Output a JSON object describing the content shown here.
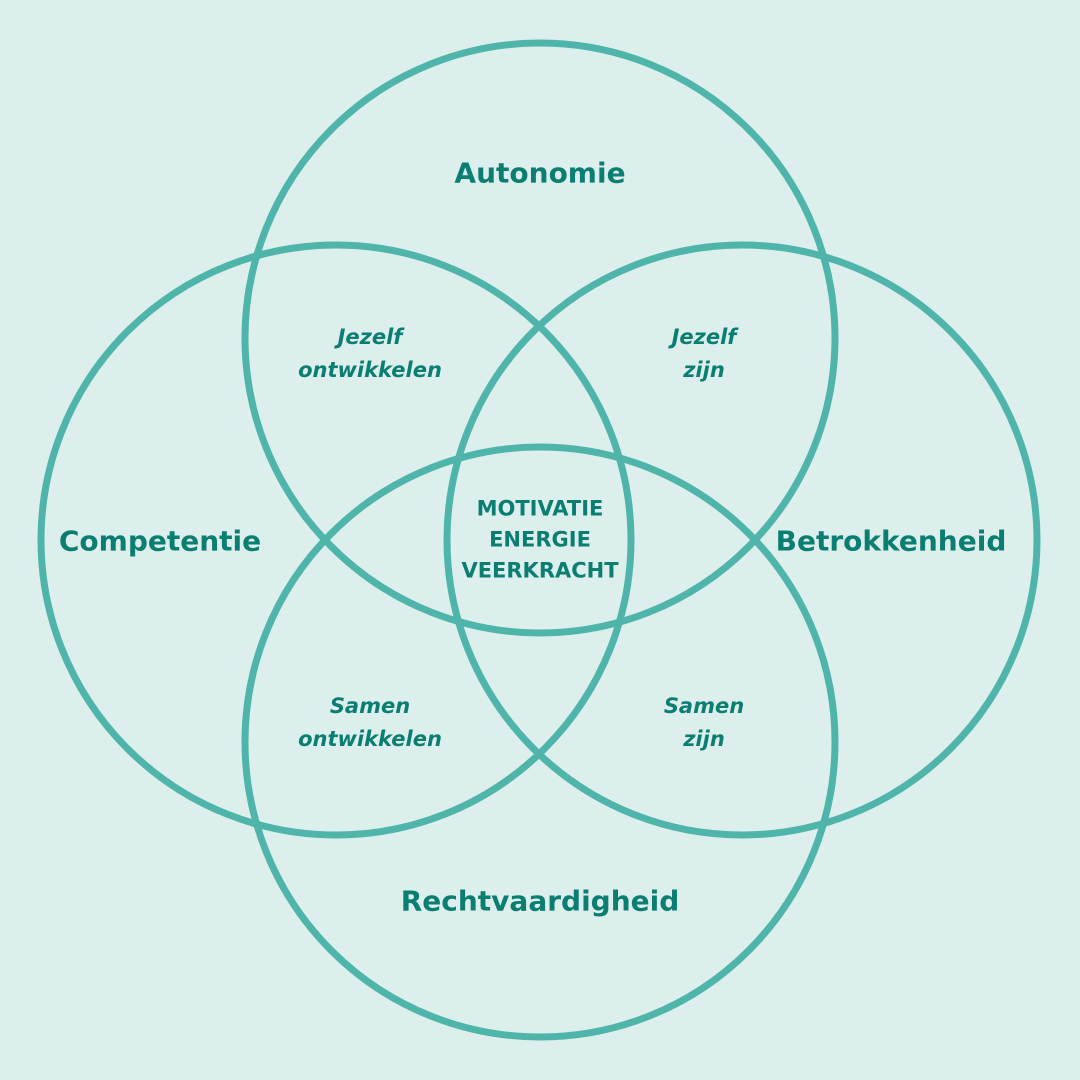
{
  "circles": {
    "top": "Autonomie",
    "left": "Competentie",
    "right": "Betrokkenheid",
    "bottom": "Rechtvaardigheid"
  },
  "overlaps": {
    "top_left": [
      "Jezelf",
      "ontwikkelen"
    ],
    "top_right": [
      "Jezelf",
      "zijn"
    ],
    "bottom_left": [
      "Samen",
      "ontwikkelen"
    ],
    "bottom_right": [
      "Samen",
      "zijn"
    ]
  },
  "center": [
    "MOTIVATIE",
    "ENERGIE",
    "VEERKRACHT"
  ],
  "colors": {
    "background": "#dcefed",
    "stroke": "#4fb5aa",
    "text": "#0b7e72"
  }
}
